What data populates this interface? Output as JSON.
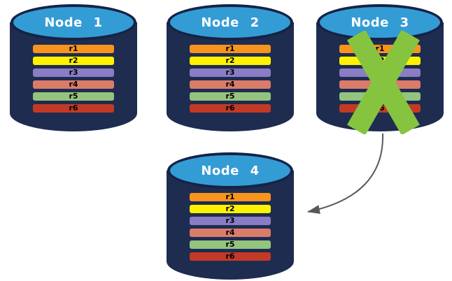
{
  "nodes": [
    {
      "title": "Node 1",
      "status": "active"
    },
    {
      "title": "Node 2",
      "status": "active"
    },
    {
      "title": "Node 3",
      "status": "failed"
    },
    {
      "title": "Node 4",
      "status": "active"
    }
  ],
  "replicas": [
    {
      "id": "r1",
      "color": "#F7941E"
    },
    {
      "id": "r2",
      "color": "#FFF200"
    },
    {
      "id": "r3",
      "color": "#8B7CC6"
    },
    {
      "id": "r4",
      "color": "#DB7C6A"
    },
    {
      "id": "r5",
      "color": "#94C47E"
    },
    {
      "id": "r6",
      "color": "#C23A26"
    }
  ],
  "colors": {
    "cylinder_body": "#1E2C50",
    "cylinder_top": "#349CD5",
    "cylinder_rim": "#152347",
    "failure_x": "#86C440",
    "arrow": "#595959",
    "node_title_text": "#FFFFFF",
    "replica_label_text": "#000000"
  }
}
